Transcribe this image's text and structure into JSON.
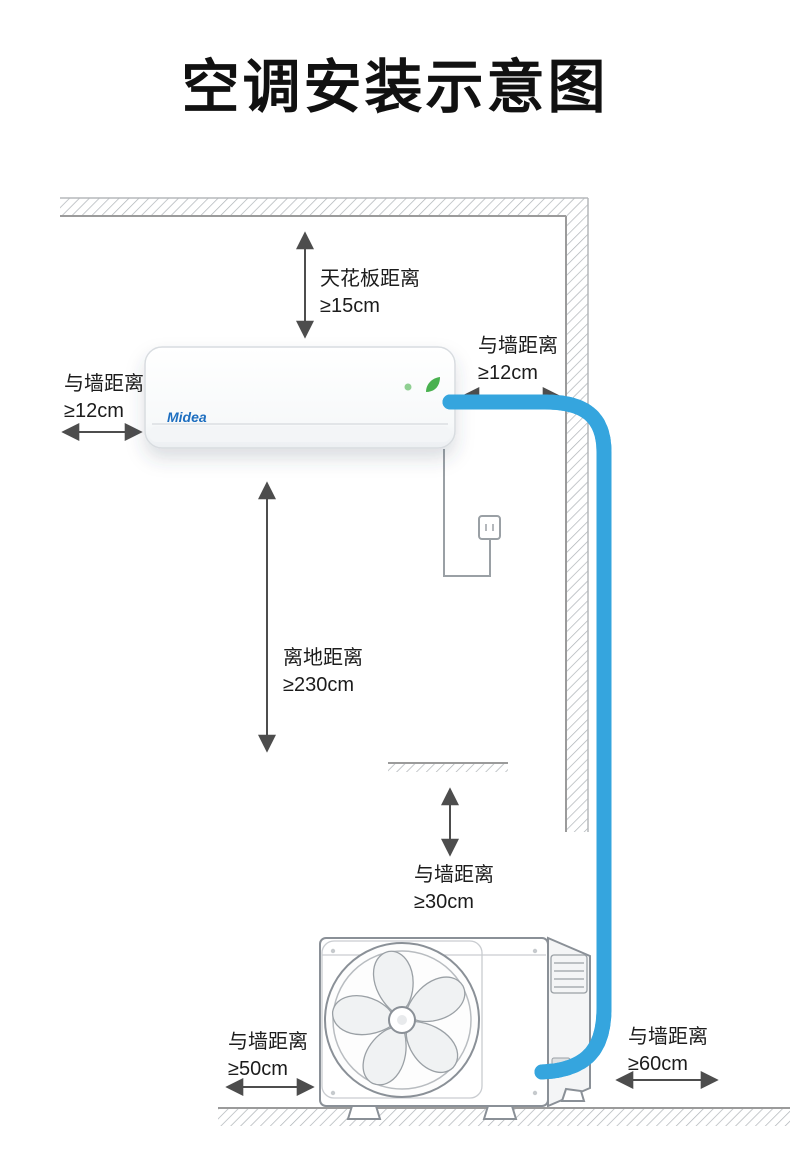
{
  "page": {
    "title": "空调安装示意图"
  },
  "indoor_unit": {
    "brand": "Midea"
  },
  "labels": {
    "ceiling": {
      "line1": "天花板距离",
      "line2": "≥15cm"
    },
    "wall_right_top": {
      "line1": "与墙距离",
      "line2": "≥12cm"
    },
    "wall_left": {
      "line1": "与墙距离",
      "line2": "≥12cm"
    },
    "floor_clearance": {
      "line1": "离地距离",
      "line2": "≥230cm"
    },
    "wall_mid": {
      "line1": "与墙距离",
      "line2": "≥30cm"
    },
    "wall_bottom_left": {
      "line1": "与墙距离",
      "line2": "≥50cm"
    },
    "wall_bottom_right": {
      "line1": "与墙距离",
      "line2": "≥60cm"
    }
  },
  "colors": {
    "title_text": "#111111",
    "label_text": "#1c1c1c",
    "arrow": "#4d4d4d",
    "wall_line": "#9b9b9b",
    "pipe_ring": "#35a5de",
    "pipe_body": "#eaf7fd",
    "leaf_green": "#49b14f",
    "brand_blue": "#1e6fc0",
    "unit_line": "#8a9097"
  }
}
